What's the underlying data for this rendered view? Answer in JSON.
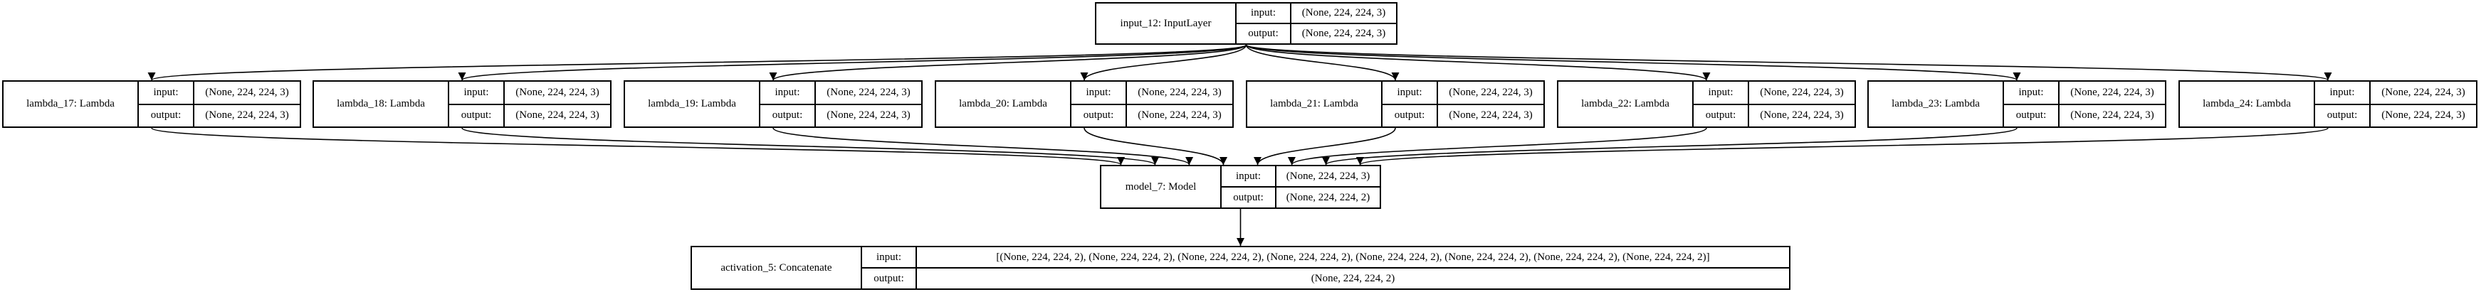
{
  "diagram": {
    "port_labels": {
      "input": "input:",
      "output": "output:"
    },
    "nodes": {
      "input_12": {
        "name": "input_12: InputLayer",
        "input": "(None, 224, 224, 3)",
        "output": "(None, 224, 224, 3)"
      },
      "lambda_17": {
        "name": "lambda_17: Lambda",
        "input": "(None, 224, 224, 3)",
        "output": "(None, 224, 224, 3)"
      },
      "lambda_18": {
        "name": "lambda_18: Lambda",
        "input": "(None, 224, 224, 3)",
        "output": "(None, 224, 224, 3)"
      },
      "lambda_19": {
        "name": "lambda_19: Lambda",
        "input": "(None, 224, 224, 3)",
        "output": "(None, 224, 224, 3)"
      },
      "lambda_20": {
        "name": "lambda_20: Lambda",
        "input": "(None, 224, 224, 3)",
        "output": "(None, 224, 224, 3)"
      },
      "lambda_21": {
        "name": "lambda_21: Lambda",
        "input": "(None, 224, 224, 3)",
        "output": "(None, 224, 224, 3)"
      },
      "lambda_22": {
        "name": "lambda_22: Lambda",
        "input": "(None, 224, 224, 3)",
        "output": "(None, 224, 224, 3)"
      },
      "lambda_23": {
        "name": "lambda_23: Lambda",
        "input": "(None, 224, 224, 3)",
        "output": "(None, 224, 224, 3)"
      },
      "lambda_24": {
        "name": "lambda_24: Lambda",
        "input": "(None, 224, 224, 3)",
        "output": "(None, 224, 224, 3)"
      },
      "model_7": {
        "name": "model_7: Model",
        "input": "(None, 224, 224, 3)",
        "output": "(None, 224, 224, 2)"
      },
      "activation_5": {
        "name": "activation_5: Concatenate",
        "input": "[(None, 224, 224, 2), (None, 224, 224, 2), (None, 224, 224, 2), (None, 224, 224, 2), (None, 224, 224, 2), (None, 224, 224, 2), (None, 224, 224, 2), (None, 224, 224, 2)]",
        "output": "(None, 224, 224, 2)"
      }
    },
    "edges": [
      [
        "input_12",
        "lambda_17"
      ],
      [
        "input_12",
        "lambda_18"
      ],
      [
        "input_12",
        "lambda_19"
      ],
      [
        "input_12",
        "lambda_20"
      ],
      [
        "input_12",
        "lambda_21"
      ],
      [
        "input_12",
        "lambda_22"
      ],
      [
        "input_12",
        "lambda_23"
      ],
      [
        "input_12",
        "lambda_24"
      ],
      [
        "lambda_17",
        "model_7"
      ],
      [
        "lambda_18",
        "model_7"
      ],
      [
        "lambda_19",
        "model_7"
      ],
      [
        "lambda_20",
        "model_7"
      ],
      [
        "lambda_21",
        "model_7"
      ],
      [
        "lambda_22",
        "model_7"
      ],
      [
        "lambda_23",
        "model_7"
      ],
      [
        "lambda_24",
        "model_7"
      ],
      [
        "model_7",
        "activation_5"
      ]
    ]
  }
}
